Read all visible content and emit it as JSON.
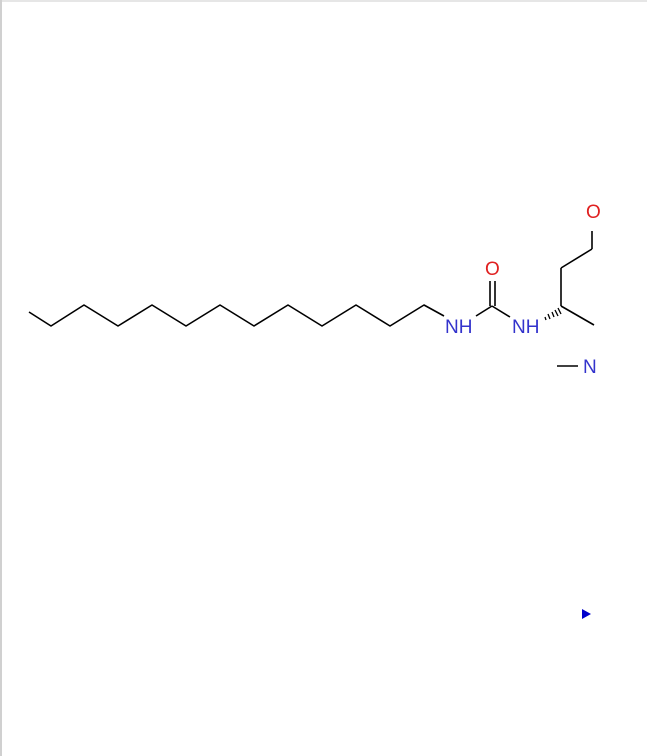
{
  "structure": {
    "atoms": {
      "amine_n1": "NH",
      "carbonyl_o": "O",
      "amine_n2": "NH",
      "ether_o_partial": "O",
      "dimethylamino_n_partial": "N"
    }
  },
  "colors": {
    "bond": "#000000",
    "nitrogen": "#3333cc",
    "oxygen": "#e02020",
    "marker": "#0000cc",
    "background": "#ffffff"
  },
  "icons": {
    "marker": "play-triangle-icon"
  }
}
